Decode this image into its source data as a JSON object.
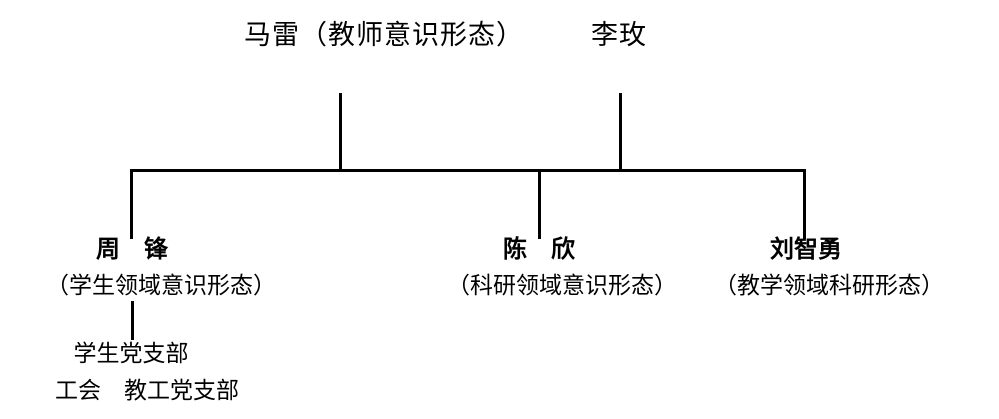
{
  "chart": {
    "type": "organizational-hierarchy",
    "title": "",
    "top_level": [
      {
        "name": "马雷（教师意识形态）",
        "person": "马雷",
        "domain": "教师意识形态"
      },
      {
        "name": "李玫",
        "person": "李玫",
        "domain": ""
      }
    ],
    "branches": [
      {
        "person": "周　锋",
        "domain": "（学生领域意识形态）"
      },
      {
        "person": "陈　欣",
        "domain": "（科研领域意识形态）"
      },
      {
        "person": "刘智勇",
        "domain": "（教学领域科研形态）"
      }
    ],
    "sub_units": [
      {
        "label": "学生党支部"
      },
      {
        "label": "工会　教工党支部"
      }
    ],
    "colors": {
      "line": "#000000",
      "text": "#000000",
      "background": "#ffffff"
    }
  }
}
